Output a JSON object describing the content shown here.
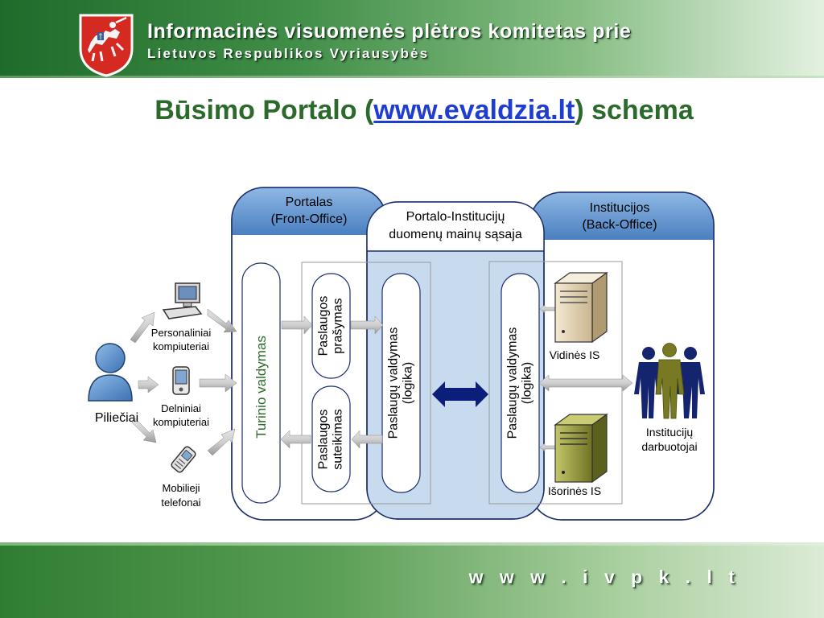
{
  "header": {
    "line1": "Informacinės visuomenės plėtros komitetas prie",
    "line2": "Lietuvos Respublikos Vyriausybės"
  },
  "title": {
    "prefix": "Būsimo Portalo (",
    "link": "www.evaldzia.lt",
    "suffix": ") schema"
  },
  "diagram": {
    "citizens_label": "Piliečiai",
    "devices": {
      "pc": "Personaliniai\nkompiuteriai",
      "pda": "Delniniai\nkompiuteriai",
      "phone": "Mobilieji\ntelefonai"
    },
    "portal": {
      "title": "Portalas\n(Front-Office)",
      "content_mgmt": "Turinio valdymas",
      "service_request": "Paslaugos\nprašymas",
      "service_delivery": "Paslaugos\nsuteikimas"
    },
    "exchange": {
      "title": "Portalo-Institucijų\nduomenų mainų sąsaja",
      "service_logic_left": "Paslaugų valdymas\n(logika)",
      "service_logic_right": "Paslaugų valdymas\n(logika)"
    },
    "institutions": {
      "title": "Institucijos\n(Back-Office)",
      "internal_is": "Vidinės IS",
      "external_is": "Išorinės IS",
      "employees": "Institucijų\ndarbuotojai"
    }
  },
  "footer": {
    "url": "w w w . i v p k . l t"
  },
  "colors": {
    "header_green": "#1f6b2b",
    "title_green": "#2b6a2b",
    "link_blue": "#1f3dd1",
    "panel_header_blue": "#5b8fc9",
    "exchange_fill": "#c7daee",
    "arrow_navy": "#0b1f7a",
    "server_internal": "#e4d3b2",
    "server_external": "#9b9c40",
    "people_navy": "#14246e",
    "people_olive": "#777a22"
  }
}
